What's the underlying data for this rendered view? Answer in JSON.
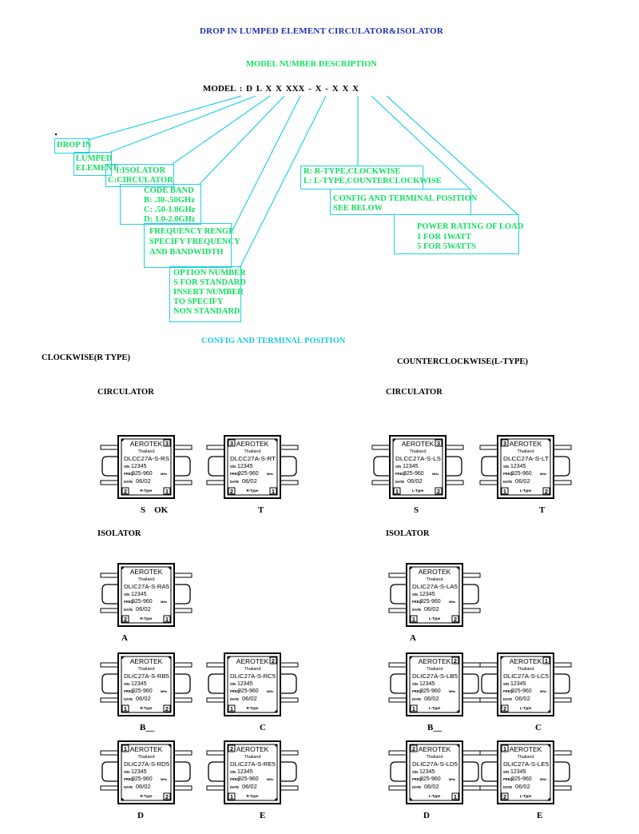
{
  "title": "DROP IN LUMPED ELEMENT CIRCULATOR&ISOLATOR",
  "model_desc_title": "MODEL NUMBER DESCRIPTION",
  "model_line": "MODEL : D  L  X  X  XXX -  X  -  X  X  X",
  "callouts": {
    "drop_in": "DROP IN",
    "lumped": [
      "LUMPED",
      "ELEMENT"
    ],
    "isolator_circulator": [
      "I:ISOLATOR",
      "C:CIRCULATOR"
    ],
    "code_band": [
      "CODE BAND",
      "B:  .30-.50GHz",
      "C:  .50-1.0GHz",
      "D:  1.0-2.0GHz"
    ],
    "frequency": [
      "FREQUENCY RENGE",
      "SPECIFY FREQUENCY",
      "AND BANDWIDTH"
    ],
    "option": [
      "OPTION NUMBER",
      "S FOR STANDARD",
      "INSERT NUMBER",
      "TO SPECIFY",
      "NON STANDARD"
    ],
    "direction": [
      "R:  R-TYPE,CLOCKWISE",
      "L:  L-TYPE,COUNTERCLOCKWISE"
    ],
    "config": [
      "CONFIG AND TERMINAL POSITION",
      "SEE BELOW"
    ],
    "power": [
      "POWER RATING OF LOAD",
      "1 FOR 1WATT",
      "5 FOR 5WATTS"
    ]
  },
  "config_title": "CONFIG AND TERMINAL POSITION",
  "headings": {
    "clockwise": "CLOCKWISE(R TYPE)",
    "counterclockwise": "COUNTERCLOCKWISE(L-TYPE)",
    "circulator_left": "CIRCULATOR",
    "circulator_right": "CIRCULATOR",
    "isolator_left": "ISOLATOR",
    "isolator_right": "ISOLATOR"
  },
  "label_common": {
    "brand": "AEROTEK",
    "country": "Thailand",
    "sn_label": "S/N",
    "sn": "12345",
    "freq_label": "FREQ.",
    "freq": "925-960",
    "freq_unit": "MHz",
    "date_label": "DATE",
    "date": "06/02"
  },
  "devices": [
    {
      "model": "DLCC27A-S-RS",
      "type": "R-Type",
      "caption": "S    OK",
      "ports": {
        "tr": "3",
        "bl": "2",
        "br": "1"
      }
    },
    {
      "model": "DLCC27A-S-RT",
      "type": "R-Type",
      "caption": "T",
      "ports": {
        "tl": "3",
        "bl": "2",
        "br": "1"
      }
    },
    {
      "model": "DLCC27A-S-LS",
      "type": "L-Type",
      "caption": "S",
      "ports": {
        "tr": "3",
        "bl": "1",
        "br": "2"
      }
    },
    {
      "model": "DLCC27A-S-LT",
      "type": "L-Type",
      "caption": "T",
      "ports": {
        "tl": "3",
        "bl": "1",
        "br": "2"
      }
    },
    {
      "model": "DLIC27A-S-RA5",
      "type": "R-Type",
      "caption": "A",
      "ports": {
        "bl": "2",
        "br": "1"
      }
    },
    {
      "model": "DLIC27A-S-LA5",
      "type": "L-Type",
      "caption": "A",
      "ports": {
        "bl": "1",
        "br": "2"
      }
    },
    {
      "model": "DLIC27A-S-RB5",
      "type": "R-Type",
      "caption": "B__",
      "ports": {
        "bl": "1",
        "br": "2"
      }
    },
    {
      "model": "DLIC27A-S-RC5",
      "type": "R-Type",
      "caption": "C",
      "ports": {
        "tr": "2",
        "bl": "1"
      }
    },
    {
      "model": "DLIC27A-S-LB5",
      "type": "L-Type",
      "caption": "B__",
      "ports": {
        "tr": "2",
        "bl": "1"
      }
    },
    {
      "model": "DLIC27A-S-LC5",
      "type": "L-Type",
      "caption": "C",
      "ports": {
        "tr": "1",
        "bl": "2"
      }
    },
    {
      "model": "DLIC27A-S-RD5",
      "type": "R-Type",
      "caption": "D",
      "ports": {
        "tl": "1",
        "br": "2"
      }
    },
    {
      "model": "DLIC27A-S-RE5",
      "type": "R-Type",
      "caption": "E",
      "ports": {
        "tl": "2",
        "bl": "1"
      }
    },
    {
      "model": "DLIC27A-S-LD5",
      "type": "L-Type",
      "caption": "D",
      "ports": {
        "tl": "2",
        "br": "1"
      }
    },
    {
      "model": "DLIC27A-S-LE5",
      "type": "L-Type",
      "caption": "E",
      "ports": {
        "tl": "1",
        "bl": "2"
      }
    }
  ]
}
